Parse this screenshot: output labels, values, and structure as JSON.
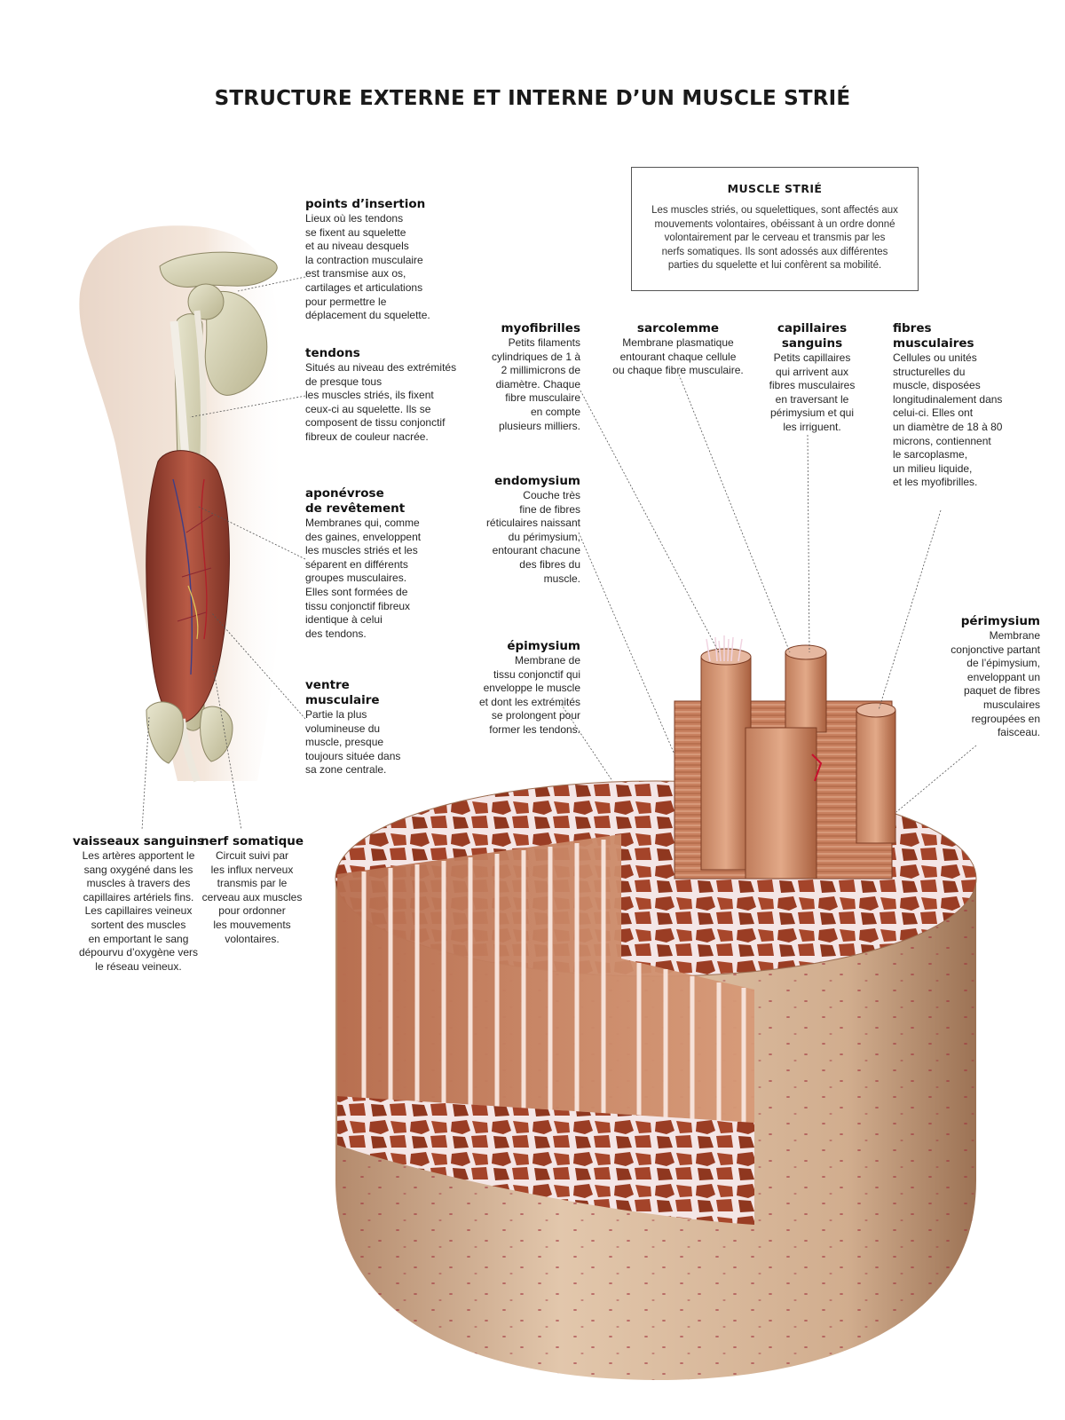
{
  "title": "STRUCTURE EXTERNE ET INTERNE D’UN MUSCLE STRIÉ",
  "info_box": {
    "heading": "MUSCLE STRIÉ",
    "text": "Les muscles striés, ou squelettiques, sont affectés aux\nmouvements volontaires, obéissant à un ordre donné\nvolontairement par le cerveau et transmis par les\nnerfs somatiques. Ils sont adossés aux différentes\nparties du squelette et lui confèrent sa mobilité."
  },
  "labels": {
    "points_insertion": {
      "heading": "points d’insertion",
      "text": "Lieux où les tendons\nse fixent au squelette\net au niveau desquels\nla contraction musculaire\nest transmise aux os,\ncartilages et articulations\npour permettre le\ndéplacement du squelette."
    },
    "tendons": {
      "heading": "tendons",
      "text": "Situés au niveau des extrémités\nde presque tous\nles muscles striés, ils fixent\nceux-ci au squelette. Ils se\ncomposent de tissu conjonctif\nfibreux de couleur nacrée."
    },
    "aponevrose": {
      "heading": "aponévrose\nde revêtement",
      "text": "Membranes qui, comme\ndes gaines, enveloppent\nles muscles striés et les\nséparent en différents\ngroupes musculaires.\nElles sont formées de\ntissu conjonctif fibreux\nidentique à celui\ndes tendons."
    },
    "ventre": {
      "heading": "ventre\nmusculaire",
      "text": "Partie la plus\nvolumineuse du\nmuscle, presque\ntoujours située dans\nsa zone centrale."
    },
    "vaisseaux": {
      "heading": "vaisseaux sanguins",
      "text": "Les artères apportent le\nsang oxygéné dans les\nmuscles à travers des\ncapillaires artériels fins.\nLes capillaires veineux\nsortent des muscles\nen emportant le sang\ndépourvu d’oxygène vers\nle réseau veineux."
    },
    "nerf": {
      "heading": "nerf somatique",
      "text": "Circuit suivi par\nles influx nerveux\ntransmis par le\ncerveau aux muscles\npour ordonner\nles mouvements\nvolontaires."
    },
    "myofibrilles": {
      "heading": "myofibrilles",
      "text": "Petits filaments\ncylindriques de 1 à\n2 millimicrons de\ndiamètre. Chaque\nfibre musculaire\nen compte\nplusieurs milliers."
    },
    "sarcolemme": {
      "heading": "sarcolemme",
      "text": "Membrane plasmatique\nentourant chaque cellule\nou chaque fibre musculaire."
    },
    "capillaires": {
      "heading": "capillaires\nsanguins",
      "text": "Petits capillaires\nqui arrivent aux\nfibres musculaires\nen traversant le\npérimysium et qui\nles irriguent."
    },
    "fibres": {
      "heading": "fibres\nmusculaires",
      "text": "Cellules ou unités\nstructurelles du\nmuscle, disposées\nlongitudinalement dans\ncelui-ci. Elles ont\nun diamètre de 18 à 80\nmicrons, contiennent\nle sarcoplasme,\nun milieu liquide,\net les myofibrilles."
    },
    "endomysium": {
      "heading": "endomysium",
      "text": "Couche très\nfine de fibres\nréticulaires naissant\ndu périmysium,\nentourant chacune\ndes fibres du\nmuscle."
    },
    "epimysium": {
      "heading": "épimysium",
      "text": "Membrane de\ntissu conjonctif qui\nenveloppe le muscle\net dont les extrémités\nse prolongent pour\nformer les tendons."
    },
    "perimysium": {
      "heading": "périmysium",
      "text": "Membrane\nconjonctive partant\nde l’épimysium,\nenveloppant un\npaquet de fibres\nmusculaires\nregroupées en\nfaisceau."
    }
  }
}
